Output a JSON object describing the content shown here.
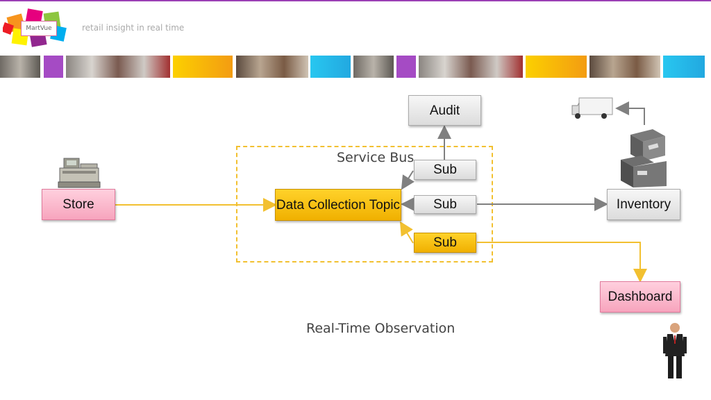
{
  "header": {
    "logo_text": "MartVue",
    "tagline": "retail insight in real time",
    "accent_color": "#9b3fb5"
  },
  "diagram": {
    "service_bus_label": "Service Bus",
    "caption": "Real-Time Observation",
    "nodes": {
      "store": "Store",
      "topic": "Data Collection Topic",
      "audit": "Audit",
      "sub_audit": "Sub",
      "sub_inventory": "Sub",
      "sub_dashboard": "Sub",
      "inventory": "Inventory",
      "dashboard": "Dashboard"
    },
    "colors": {
      "store_dashboard_fill": "#f7a4bd",
      "topic_fill": "#f0b000",
      "grey_fill": "#dcdcdc",
      "flow_arrow": "#f2c030",
      "grey_arrow": "#808080"
    }
  }
}
